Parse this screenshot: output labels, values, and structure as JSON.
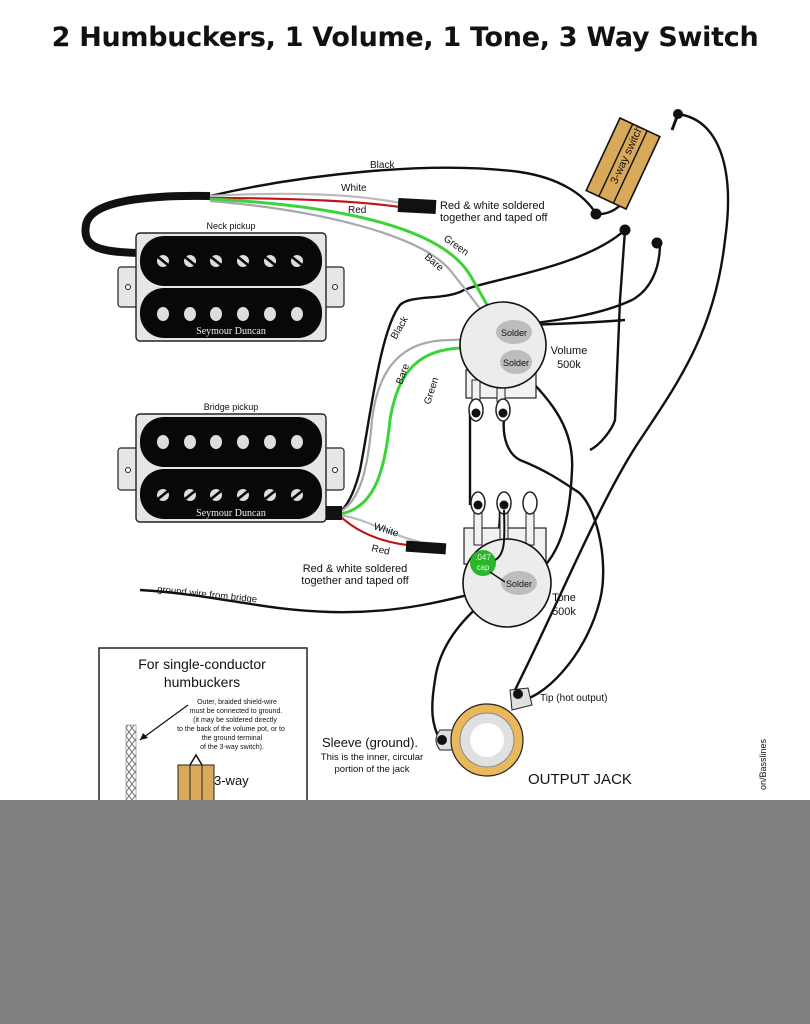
{
  "title": "2 Humbuckers, 1 Volume, 1 Tone, 3 Way Switch",
  "colors": {
    "black_wire": "#111111",
    "white_wire": "#c8c8c8",
    "red_wire": "#c0161b",
    "green_wire": "#3ad43a",
    "bare_wire": "#a0a0a0",
    "switch_body": "#d9a95a",
    "pot_body": "#ececec",
    "solder": "#bdbdbd",
    "cap": "#2bb52b",
    "jack_ring": "#e8b85a",
    "overlay": "#808080"
  },
  "neck_pickup": {
    "label": "Neck pickup",
    "brand": "Seymour Duncan",
    "wires": {
      "black": "Black",
      "white": "White",
      "red": "Red",
      "green": "Green",
      "bare": "Bare"
    },
    "note_line1": "Red & white soldered",
    "note_line2": "together and taped off"
  },
  "bridge_pickup": {
    "label": "Bridge pickup",
    "brand": "Seymour Duncan",
    "wires": {
      "black": "Black",
      "white": "White",
      "red": "Red",
      "green": "Green",
      "bare": "Bare"
    },
    "note_line1": "Red & white soldered",
    "note_line2": "together and taped off"
  },
  "switch": {
    "label": "3-way switch"
  },
  "volume_pot": {
    "name": "Volume",
    "value": "500k",
    "solder1": "Solder",
    "solder2": "Solder"
  },
  "tone_pot": {
    "name": "Tone",
    "value": "500k",
    "solder": "Solder",
    "cap_line1": ".047",
    "cap_line2": "cap"
  },
  "ground_wire": "ground wire from bridge",
  "jack": {
    "title": "OUTPUT JACK",
    "tip": "Tip (hot output)",
    "sleeve_title": "Sleeve (ground).",
    "sleeve_line1": "This is the inner, circular",
    "sleeve_line2": "portion of the jack"
  },
  "inset": {
    "title_line1": "For single-conductor",
    "title_line2": "humbuckers",
    "note": [
      "Outer, braided shield-wire",
      "must be connected to ground.",
      "(it may be soldered directly",
      "to the back of the volume pot, or to",
      "the ground terminal",
      "of the 3-way switch)."
    ],
    "switch_label": "3-way"
  },
  "credit": "on/Basslines"
}
